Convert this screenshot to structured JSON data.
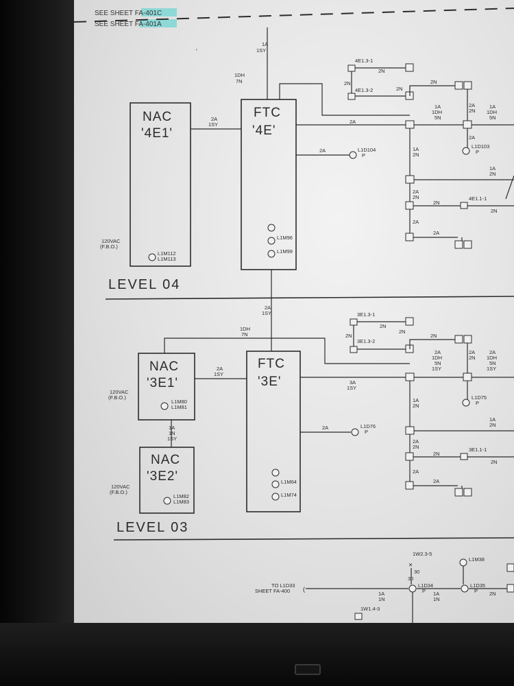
{
  "header": {
    "see_sheet_top_prefix": "SEE SHEET",
    "see_sheet_top_ref": "FA-401C",
    "see_sheet_bottom_prefix": "SEE SHEET",
    "see_sheet_bottom_ref": "FA-401A"
  },
  "colors": {
    "highlight": "#7fd6d6",
    "line": "#2b2b2b",
    "paper": "#e6e6e6"
  },
  "level04": {
    "label": "LEVEL 04",
    "nac": {
      "name": "NAC",
      "id": "'4E1'",
      "devices": "L1M112\nL1M113",
      "power": "120VAC\n(F.B.O.)"
    },
    "ftc": {
      "name": "FTC",
      "id": "'4E'",
      "dev1": "L1M96",
      "dev2": "L1M99"
    },
    "wire_in": "1A\n1SY",
    "wire_nac": "2A\n1SY",
    "wire_dh": "1DH\n7N",
    "wire_out": "2A",
    "wire_det": "2A",
    "detector": "L1D104\nP",
    "wire_riser": "2A\n1SY",
    "right": {
      "sw1": "4E1.3-1",
      "sw2": "4E1.3-2",
      "w2n_a": "2N",
      "w2n_b": "2N",
      "w2n_c": "2N",
      "w2n_d": "2N",
      "pb_wire1": "1A\n1DH\n5N",
      "pb_wire2": "2A\n2N",
      "pb_wire3": "1A\n1DH\n5N",
      "det2": "L1D103\nP",
      "w2a": "2A",
      "w1a": "1A\n2N",
      "w1a_b": "1A\n2N",
      "w2a2n": "2A\n2N",
      "w2a_c": "2A",
      "sw3": "4E1.1-1",
      "w2n_e": "2N",
      "w2n_f": "2N",
      "w2a_d": "2A",
      "w2a_e": "2A",
      "w2n_g": "2N"
    }
  },
  "level03": {
    "label": "LEVEL 03",
    "nac1": {
      "name": "NAC",
      "id": "'3E1'",
      "devices": "L1M80\nL1M81",
      "power": "120VAC\n(F.B.O.)"
    },
    "nac2": {
      "name": "NAC",
      "id": "'3E2'",
      "devices": "L1M82\nL1M83",
      "power": "120VAC\n(F.B.O.)"
    },
    "ftc": {
      "name": "FTC",
      "id": "'3E'",
      "dev1": "L1M64",
      "dev2": "L1M74"
    },
    "wire_nac": "2A\n1SY",
    "wire_dh": "1DH\n7N",
    "wire_nac_link": "1A\n1N\n1SY",
    "wire_out": "3A\n1SY",
    "wire_det": "2A",
    "detector": "L1D76\nP",
    "right": {
      "sw1": "3E1.3-1",
      "sw2": "3E1.3-2",
      "w2n_a": "2N",
      "w2n_b": "2N",
      "w2n_c": "2N",
      "w2n_d": "2N",
      "pb_wire1": "2A\n1DH\n5N\n1SY",
      "pb_wire2": "2A\n2N",
      "pb_wire3": "2A\n1DH\n5N\n1SY",
      "det2": "L1D75\nP",
      "w1a": "1A\n2N",
      "w1a_b": "1A\n2N",
      "w2a2n": "2A\n2N",
      "w2a_c": "2A",
      "sw3": "3E1.1-1",
      "w2n_e": "2N",
      "w2n_f": "2N",
      "w2a_d": "2A"
    }
  },
  "bottom": {
    "tag1": "1W2.3-5",
    "tag2": "L1M38",
    "num30": "30",
    "to_ref": "TO L1D33\nSHEET FA-400",
    "det3": "L1D34\nP",
    "det4": "L1D35\nP",
    "w1a_a": "1A\n1N",
    "w1a_b": "1A\n1N",
    "w2n": "2N",
    "tag3": "1W1.4-3"
  }
}
